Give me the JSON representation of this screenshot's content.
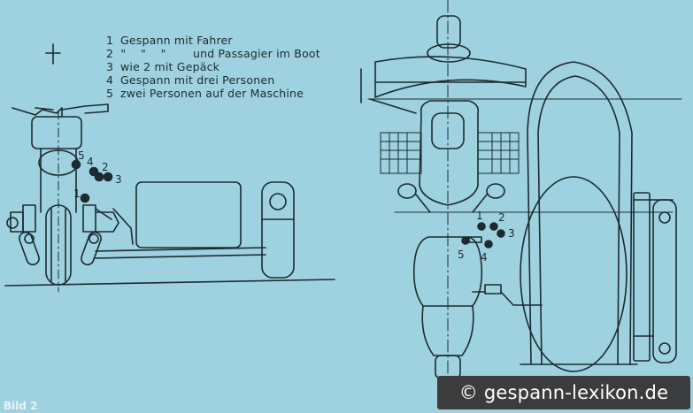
{
  "legend": {
    "items": [
      {
        "num": "1",
        "text": "Gespann mit Fahrer"
      },
      {
        "num": "2",
        "ditto": "\"    \"    \"",
        "text": "und Passagier im Boot"
      },
      {
        "num": "3",
        "text": "wie 2 mit Gepäck"
      },
      {
        "num": "4",
        "text": "Gespann mit drei Personen"
      },
      {
        "num": "5",
        "text": "zwei Personen auf der Maschine"
      }
    ]
  },
  "side_view_labels": [
    "5",
    "4",
    "2",
    "3",
    "1"
  ],
  "front_view_labels": [
    "1",
    "2",
    "3",
    "5",
    "4"
  ],
  "watermark": "© gespann-lexikon.de",
  "figure_label": "Bild 2",
  "colors": {
    "background": "#9ed2e0",
    "line": "#1d2a30",
    "watermark_bg": "#3a3c3d",
    "watermark_text": "#ffffff"
  }
}
